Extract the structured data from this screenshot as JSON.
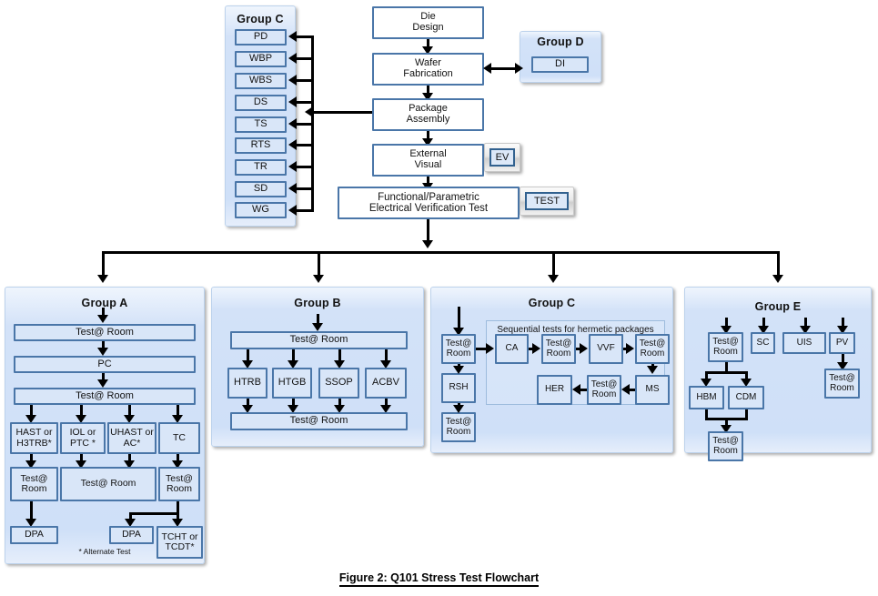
{
  "figure": {
    "caption": "Figure 2:  Q101 Stress Test Flowchart"
  },
  "main_flow": {
    "nodes": [
      {
        "id": "die-design",
        "label": "Die\nDesign"
      },
      {
        "id": "wafer-fab",
        "label": "Wafer\nFabrication"
      },
      {
        "id": "package-asm",
        "label": "Package\nAssembly"
      },
      {
        "id": "external-vis",
        "label": "External\nVisual"
      },
      {
        "id": "func-param",
        "label": "Functional/Parametric\nElectrical Verification Test"
      }
    ],
    "badges": [
      {
        "id": "ev",
        "label": "EV"
      },
      {
        "id": "test",
        "label": "TEST"
      }
    ]
  },
  "group_c_top": {
    "title": "Group C",
    "items": [
      "PD",
      "WBP",
      "WBS",
      "DS",
      "TS",
      "RTS",
      "TR",
      "SD",
      "WG"
    ]
  },
  "group_d": {
    "title": "Group D",
    "items": [
      "DI"
    ]
  },
  "group_a": {
    "title": "Group A",
    "footnote": "* Alternate Test",
    "nodes": [
      {
        "id": "a-test1",
        "label": "Test@ Room"
      },
      {
        "id": "a-pc",
        "label": "PC"
      },
      {
        "id": "a-test2",
        "label": "Test@ Room"
      },
      {
        "id": "a-hast",
        "label": "HAST or\nH3TRB*"
      },
      {
        "id": "a-iol",
        "label": "IOL or\nPTC *"
      },
      {
        "id": "a-uhast",
        "label": "UHAST or\nAC*"
      },
      {
        "id": "a-tc",
        "label": "TC"
      },
      {
        "id": "a-test3",
        "label": "Test@\nRoom"
      },
      {
        "id": "a-test4",
        "label": "Test@ Room"
      },
      {
        "id": "a-test5",
        "label": "Test@\nRoom"
      },
      {
        "id": "a-dpa1",
        "label": "DPA"
      },
      {
        "id": "a-dpa2",
        "label": "DPA"
      },
      {
        "id": "a-tcht",
        "label": "TCHT or\nTCDT*"
      }
    ]
  },
  "group_b": {
    "title": "Group B",
    "nodes": [
      {
        "id": "b-test1",
        "label": "Test@ Room"
      },
      {
        "id": "b-htrb",
        "label": "HTRB"
      },
      {
        "id": "b-htgb",
        "label": "HTGB"
      },
      {
        "id": "b-ssop",
        "label": "SSOP"
      },
      {
        "id": "b-acbv",
        "label": "ACBV"
      },
      {
        "id": "b-test2",
        "label": "Test@ Room"
      }
    ]
  },
  "group_c_bottom": {
    "title": "Group C",
    "subframe_label": "Sequential tests for hermetic packages",
    "nodes": [
      {
        "id": "c-test1",
        "label": "Test@\nRoom"
      },
      {
        "id": "c-rsh",
        "label": "RSH"
      },
      {
        "id": "c-test2",
        "label": "Test@\nRoom"
      },
      {
        "id": "c-ca",
        "label": "CA"
      },
      {
        "id": "c-test3",
        "label": "Test@\nRoom"
      },
      {
        "id": "c-vvf",
        "label": "VVF"
      },
      {
        "id": "c-test4",
        "label": "Test@\nRoom"
      },
      {
        "id": "c-ms",
        "label": "MS"
      },
      {
        "id": "c-test5",
        "label": "Test@\nRoom"
      },
      {
        "id": "c-her",
        "label": "HER"
      }
    ]
  },
  "group_e": {
    "title": "Group E",
    "nodes": [
      {
        "id": "e-test1",
        "label": "Test@\nRoom"
      },
      {
        "id": "e-sc",
        "label": "SC"
      },
      {
        "id": "e-uis",
        "label": "UIS"
      },
      {
        "id": "e-pv",
        "label": "PV"
      },
      {
        "id": "e-test2",
        "label": "Test@\nRoom"
      },
      {
        "id": "e-hbm",
        "label": "HBM"
      },
      {
        "id": "e-cdm",
        "label": "CDM"
      },
      {
        "id": "e-test3",
        "label": "Test@\nRoom"
      }
    ]
  },
  "colors": {
    "node_fill": "#d9e6f8",
    "node_border": "#4a76a8",
    "panel_fill": "#cfe0f8",
    "connector": "#000000",
    "white_fill": "#ffffff"
  }
}
